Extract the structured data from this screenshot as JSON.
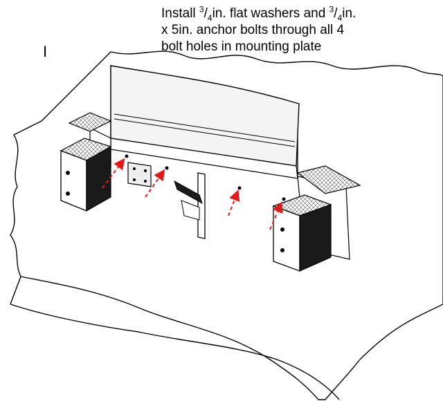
{
  "stray_mark": "I",
  "instruction": {
    "part1": "Install ",
    "num": "3",
    "slash": "/",
    "den": "4",
    "part2": "in. flat washers and ",
    "num2": "3",
    "slash2": "/",
    "den2": "4",
    "part3": "in.",
    "line2": "x 5in. anchor bolts through all 4",
    "line3": "bolt holes in mounting plate"
  },
  "colors": {
    "arrow": "#e11b1b",
    "line": "#000000",
    "fill": "#ffffff",
    "plate": "#eeeeee"
  }
}
